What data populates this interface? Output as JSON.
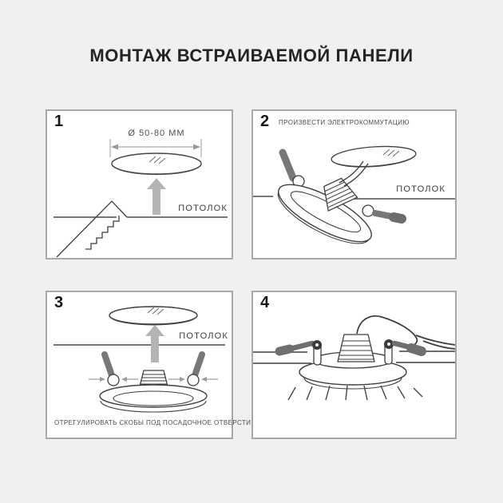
{
  "title": "МОНТАЖ ВСТРАИВАЕМОЙ ПАНЕЛИ",
  "labels": {
    "ceiling": "ПОТОЛОК",
    "diameter": "Ø 50-80 ММ"
  },
  "steps": [
    {
      "number": "1"
    },
    {
      "number": "2",
      "caption": "ПРОИЗВЕСТИ ЭЛЕКТРОКОММУТАЦИЮ"
    },
    {
      "number": "3",
      "caption": "ОТРЕГУЛИРОВАТЬ СКОБЫ ПОД ПОСАДОЧНОЕ ОТВЕРСТИЕ"
    },
    {
      "number": "4"
    }
  ],
  "colors": {
    "background": "#f0f0ef",
    "panel_background": "#ffffff",
    "panel_border": "#a8a8a8",
    "ink": "#3f3f3f",
    "gray_arrow": "#b4b4b4",
    "spring_clip": "#787878"
  }
}
